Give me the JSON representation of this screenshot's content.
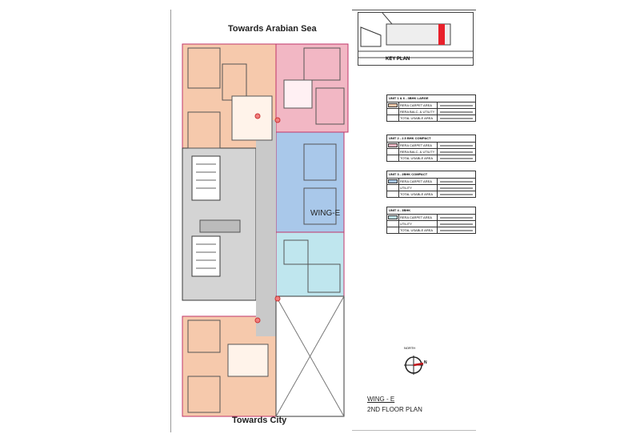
{
  "orientation": {
    "top": "Towards Arabian Sea",
    "bottom": "Towards City"
  },
  "wing_label": "WING-E",
  "key_plan": {
    "label": "KEY PLAN",
    "highlight_color": "#e8202a"
  },
  "compass": {
    "label": "NORTH",
    "n": "N",
    "accent": "#c0151b"
  },
  "plan_title": {
    "wing": "WING - E",
    "floor": "2ND FLOOR PLAN"
  },
  "colors": {
    "unit_large": "#f6c9ac",
    "unit_compact_pink": "#f2b7c4",
    "unit_blue": "#a9c8ea",
    "unit_cyan": "#bfe6ee",
    "core": "#c9c9c9",
    "wall": "#3a3a3a",
    "outline": "#c0356a"
  },
  "legend": [
    {
      "title": "UNIT 1 & 6 - 3BHK LARGE",
      "swatch": "#f6c9ac",
      "rows": [
        "RERA CARPET AREA",
        "RERA BALC. & UTILITY",
        "TOTAL USABLE AREA"
      ]
    },
    {
      "title": "UNIT 2 - 2.5 BHK COMPACT",
      "swatch": "#f2b7c4",
      "rows": [
        "RERA CARPET AREA",
        "RERA BALC. & UTILITY",
        "TOTAL USABLE AREA"
      ]
    },
    {
      "title": "UNIT 3 - 2BHK COMPACT",
      "swatch": "#a9c8ea",
      "rows": [
        "RERA CARPET AREA",
        "UTILITY",
        "TOTAL USABLE AREA"
      ]
    },
    {
      "title": "UNIT 4 - 3BHK",
      "swatch": "#bfe6ee",
      "rows": [
        "RERA CARPET AREA",
        "UTILITY",
        "TOTAL USABLE AREA"
      ]
    }
  ]
}
